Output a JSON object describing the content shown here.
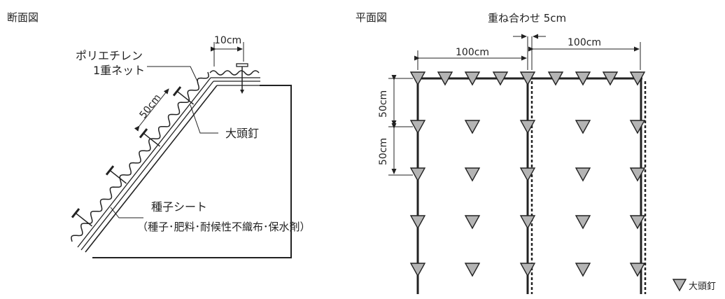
{
  "section_view": {
    "title": "断面図",
    "net_label_line1": "ポリエチレン",
    "net_label_line2": "1重ネット",
    "width_label": "10cm",
    "slope_spacing_label": "50cm",
    "nail_label": "大頭釘",
    "seed_sheet_label_line1": "種子シート",
    "seed_sheet_label_line2": "（種子･肥料･耐候性不織布･保水剤）"
  },
  "plan_view": {
    "title": "平面図",
    "overlap_label": "重ね合わせ 5cm",
    "width_label_left": "100cm",
    "width_label_right": "100cm",
    "spacing_label_upper": "50cm",
    "spacing_label_lower": "50cm",
    "legend_label": "大頭釘",
    "legend_icon": "triangle-nail-icon"
  },
  "colors": {
    "line": "#222222",
    "triangle_fill": "#b4b4b4"
  }
}
